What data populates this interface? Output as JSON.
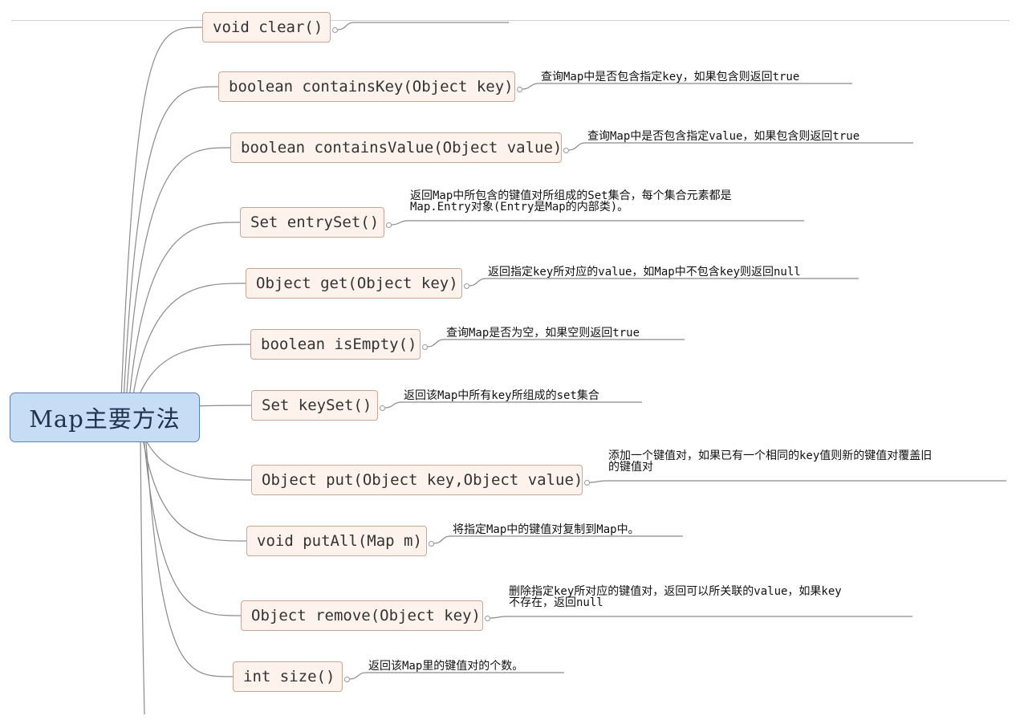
{
  "root": {
    "label": "Map主要方法"
  },
  "methods": [
    {
      "signature": "void clear()",
      "description": []
    },
    {
      "signature": "boolean containsKey(Object key)",
      "description": [
        "查询Map中是否包含指定key，如果包含则返回true"
      ]
    },
    {
      "signature": "boolean containsValue(Object value)",
      "description": [
        "查询Map中是否包含指定value，如果包含则返回true"
      ]
    },
    {
      "signature": "Set entrySet()",
      "description": [
        "返回Map中所包含的键值对所组成的Set集合，每个集合元素都是",
        "Map.Entry对象(Entry是Map的内部类)。"
      ]
    },
    {
      "signature": "Object get(Object key)",
      "description": [
        "返回指定key所对应的value，如Map中不包含key则返回null"
      ]
    },
    {
      "signature": "boolean isEmpty()",
      "description": [
        "查询Map是否为空，如果空则返回true"
      ]
    },
    {
      "signature": "Set keySet()",
      "description": [
        "返回该Map中所有key所组成的set集合"
      ]
    },
    {
      "signature": "Object put(Object key,Object value)",
      "description": [
        "添加一个键值对，如果已有一个相同的key值则新的键值对覆盖旧",
        "的键值对"
      ]
    },
    {
      "signature": "void putAll(Map m)",
      "description": [
        "将指定Map中的键值对复制到Map中。"
      ]
    },
    {
      "signature": "Object remove(Object key)",
      "description": [
        "删除指定key所对应的键值对，返回可以所关联的value，如果key",
        "不存在，返回null"
      ]
    },
    {
      "signature": "int size()",
      "description": [
        "返回该Map里的键值对的个数。"
      ]
    }
  ],
  "colors": {
    "root_fill": "#c7dcf5",
    "root_border": "#5b82b7",
    "node_fill": "#fdf3ec",
    "node_border": "#c9a792",
    "line": "#8a8a8a"
  }
}
